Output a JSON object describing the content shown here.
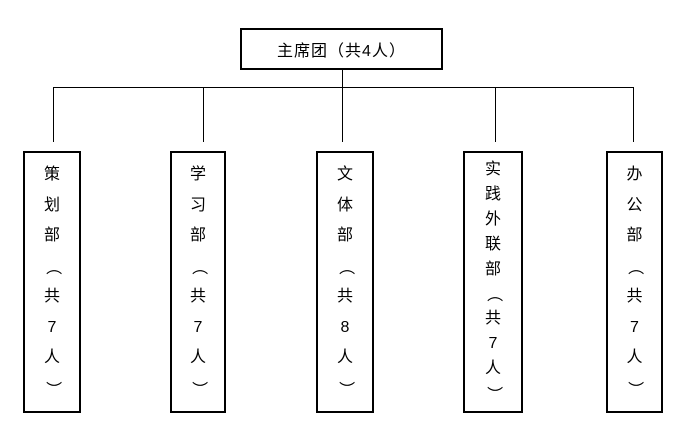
{
  "diagram": {
    "type": "org-chart",
    "background_color": "#ffffff",
    "line_color": "#000000",
    "root": {
      "name": "主席团",
      "count_label": "共4人",
      "label": "主席团（共4人）"
    },
    "departments": [
      {
        "name": "策划部",
        "count_label": "共7人",
        "label": "策划部（共7人）"
      },
      {
        "name": "学习部",
        "count_label": "共7人",
        "label": "学习部（共7人）"
      },
      {
        "name": "文体部",
        "count_label": "共8人",
        "label": "文体部（共8人）"
      },
      {
        "name": "实践外联部",
        "count_label": "共7人",
        "label": "实践外联部（共7人）"
      },
      {
        "name": "办公部",
        "count_label": "共7人",
        "label": "办公部（共7人）"
      }
    ]
  }
}
